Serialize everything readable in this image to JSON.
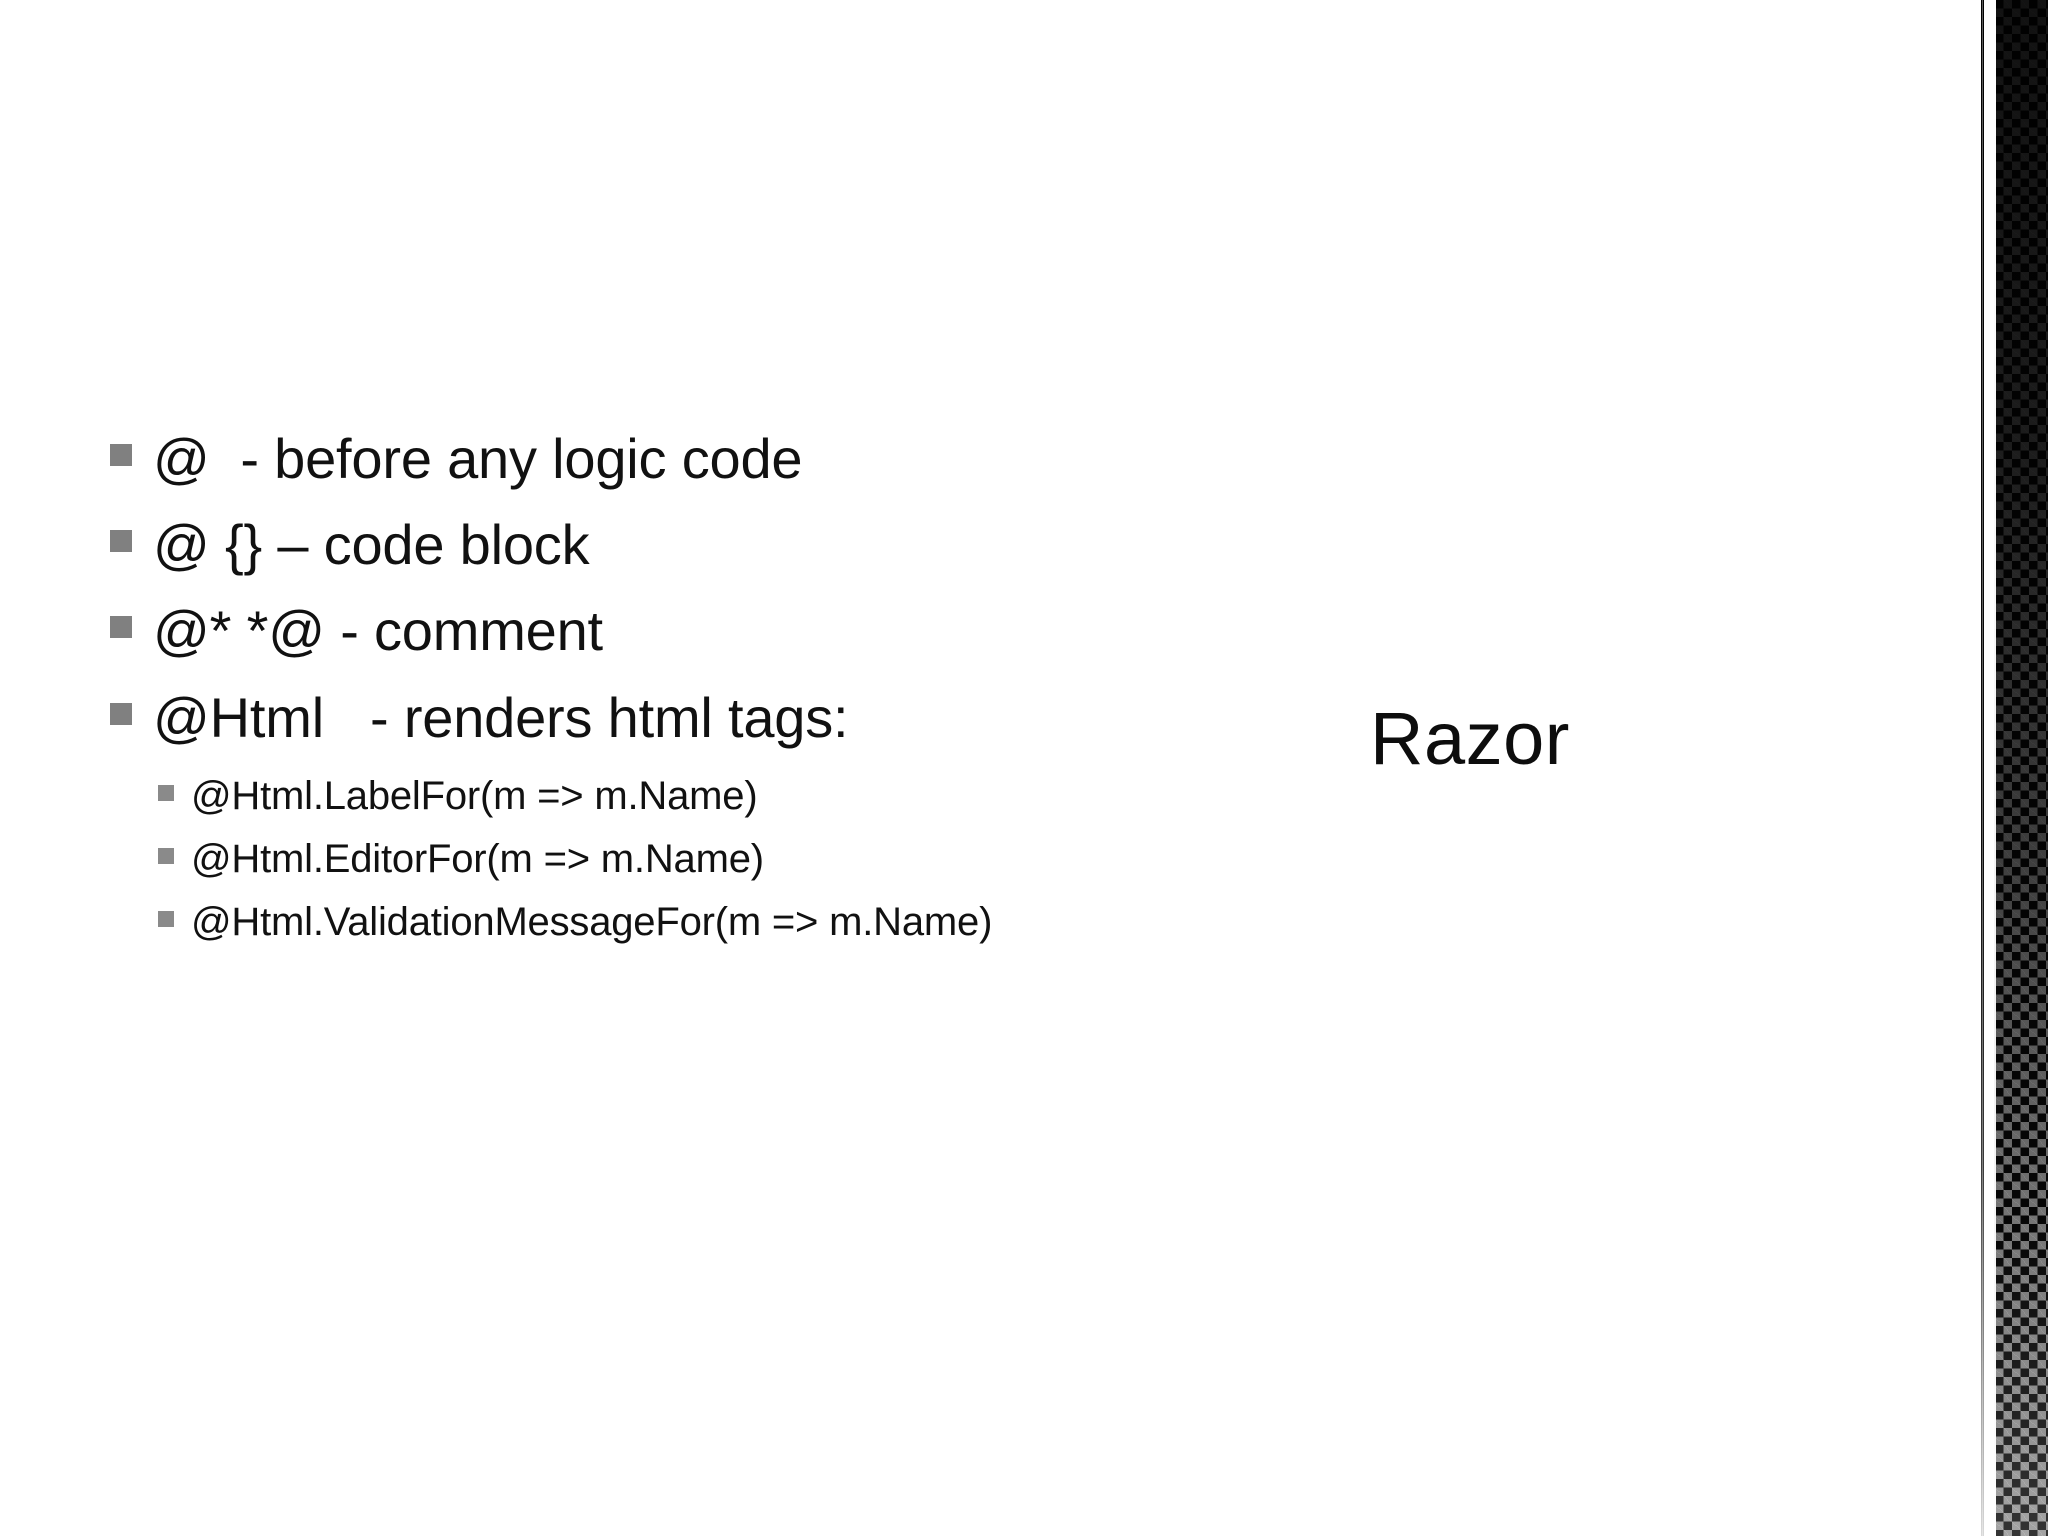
{
  "slide": {
    "title": "Razor",
    "background_color": "#ffffff",
    "text_color": "#111111",
    "bullet_marker_color": "#808080",
    "edge_band_color": "#080808"
  },
  "content": {
    "bullets": [
      {
        "text": "@  - before any logic code"
      },
      {
        "text": "@ {} – code block"
      },
      {
        "text": "@* *@ - comment"
      },
      {
        "text": "@Html   - renders html tags:"
      }
    ],
    "sub_bullets": [
      {
        "text": "@Html.LabelFor(m => m.Name)"
      },
      {
        "text": "@Html.EditorFor(m => m.Name)"
      },
      {
        "text": "@Html.ValidationMessageFor(m => m.Name)"
      }
    ]
  }
}
